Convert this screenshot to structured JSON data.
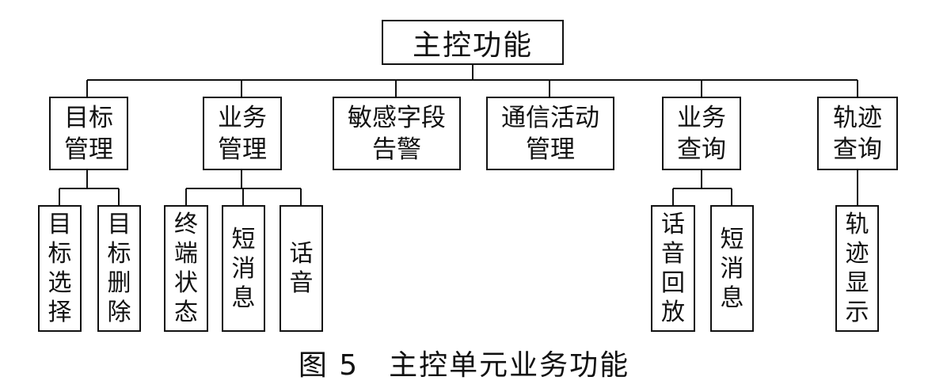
{
  "diagram": {
    "root": "主控功能",
    "level1": {
      "target_mgmt": "目标\n管理",
      "business_mgmt": "业务\n管理",
      "sensitive_alarm": "敏感字段\n告警",
      "comm_activity": "通信活动\n管理",
      "business_query": "业务\n查询",
      "track_query": "轨迹\n查询"
    },
    "level2": {
      "target_select": "目标选择",
      "target_delete": "目标删除",
      "terminal_status": "终端状态",
      "sms": "短消息",
      "voice": "话音",
      "voice_playback": "话音回放",
      "sms_query": "短消息",
      "track_display": "轨迹显示"
    },
    "caption": "图 5　主控单元业务功能"
  }
}
